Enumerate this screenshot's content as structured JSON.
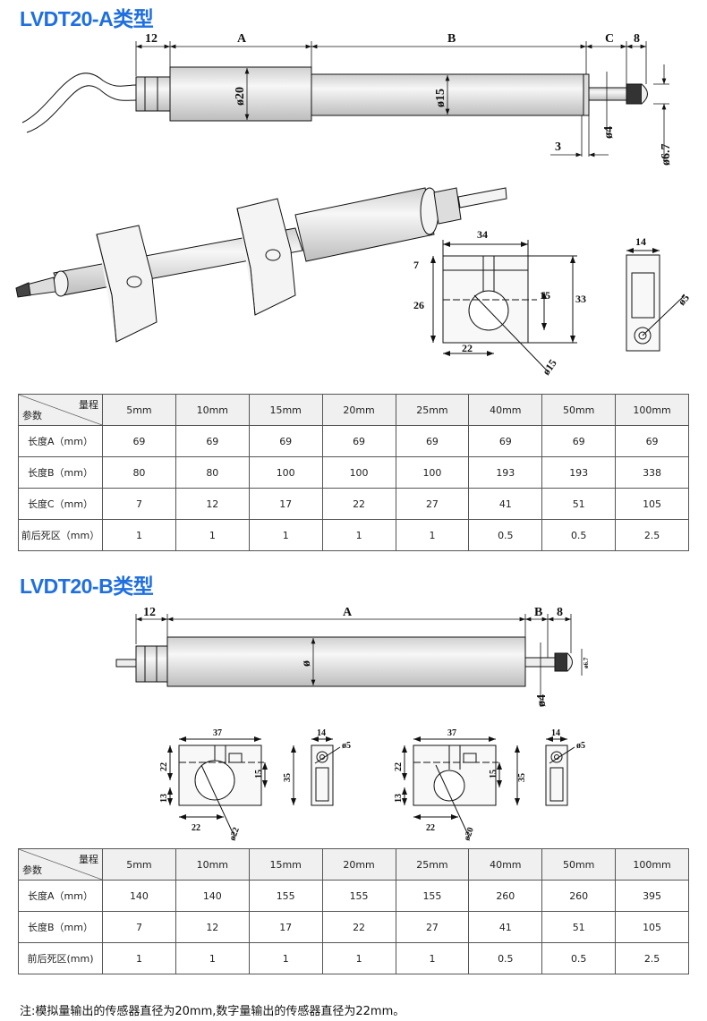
{
  "section_a": {
    "title": "LVDT20-A类型",
    "dims": {
      "d12": "12",
      "dA": "A",
      "dB": "B",
      "dC": "C",
      "d8": "8",
      "dia20": "ø20",
      "dia15": "ø15",
      "dia4": "ø4",
      "dia67": "ø6.7",
      "d3": "3"
    },
    "bracket_dims": {
      "w34": "34",
      "h7": "7",
      "h26": "26",
      "h15": "15",
      "h33": "33",
      "w22": "22",
      "dia15": "ø15",
      "w14": "14",
      "dia5": "ø5"
    },
    "table": {
      "corner_top": "量程",
      "corner_bottom": "参数",
      "ranges": [
        "5mm",
        "10mm",
        "15mm",
        "20mm",
        "25mm",
        "40mm",
        "50mm",
        "100mm"
      ],
      "rows": [
        {
          "label": "长度A（mm）",
          "values": [
            "69",
            "69",
            "69",
            "69",
            "69",
            "69",
            "69",
            "69"
          ]
        },
        {
          "label": "长度B（mm）",
          "values": [
            "80",
            "80",
            "100",
            "100",
            "100",
            "193",
            "193",
            "338"
          ]
        },
        {
          "label": "长度C（mm）",
          "values": [
            "7",
            "12",
            "17",
            "22",
            "27",
            "41",
            "51",
            "105"
          ]
        },
        {
          "label": "前后死区（mm）",
          "values": [
            "1",
            "1",
            "1",
            "1",
            "1",
            "0.5",
            "0.5",
            "2.5"
          ]
        }
      ]
    }
  },
  "section_b": {
    "title": "LVDT20-B类型",
    "dims": {
      "d12": "12",
      "dA": "A",
      "dB": "B",
      "d8": "8",
      "dia": "ø",
      "dia4": "ø4",
      "dia67": "ø6.7"
    },
    "bracket_left": {
      "w37": "37",
      "h22": "22",
      "h15": "15",
      "h35": "35",
      "h13": "13",
      "w22": "22",
      "dia22": "ø22",
      "w14": "14",
      "dia5": "ø5"
    },
    "bracket_right": {
      "w37": "37",
      "h22": "22",
      "h15": "15",
      "h35": "35",
      "h13": "13",
      "w22": "22",
      "dia20": "ø20",
      "w14": "14",
      "dia5": "ø5"
    },
    "table": {
      "corner_top": "量程",
      "corner_bottom": "参数",
      "ranges": [
        "5mm",
        "10mm",
        "15mm",
        "20mm",
        "25mm",
        "40mm",
        "50mm",
        "100mm"
      ],
      "rows": [
        {
          "label": "长度A（mm）",
          "values": [
            "140",
            "140",
            "155",
            "155",
            "155",
            "260",
            "260",
            "395"
          ]
        },
        {
          "label": "长度B（mm）",
          "values": [
            "7",
            "12",
            "17",
            "22",
            "27",
            "41",
            "51",
            "105"
          ]
        },
        {
          "label": "前后死区(mm)",
          "values": [
            "1",
            "1",
            "1",
            "1",
            "1",
            "0.5",
            "0.5",
            "2.5"
          ]
        }
      ]
    }
  },
  "note": "注:模拟量输出的传感器直径为20mm,数字量输出的传感器直径为22mm。",
  "colors": {
    "title": "#1f6fe0",
    "body": "#e6e6e6"
  }
}
